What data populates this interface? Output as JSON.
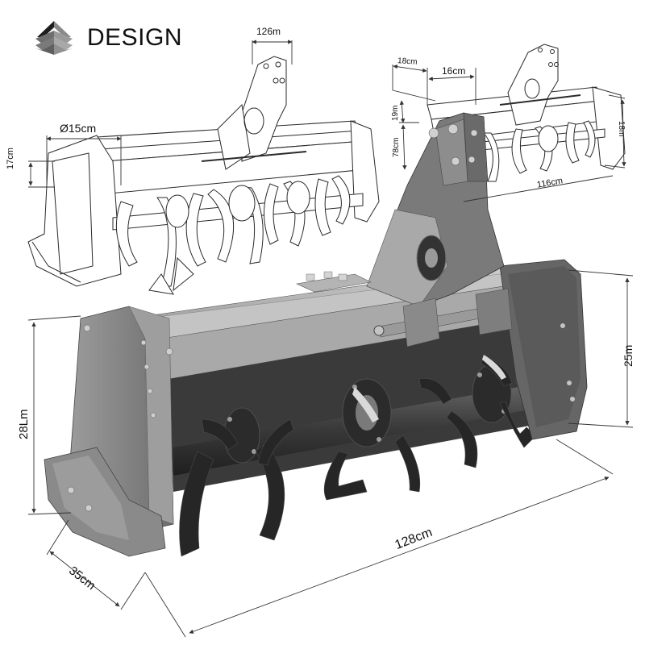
{
  "brand": {
    "logo_icon": "stacked-diamond-logo-icon",
    "name": "DESIGN"
  },
  "subject": "Rotary tiller (three-point hitch) technical dimension drawing",
  "views": [
    {
      "id": "left-line-drawing",
      "style": "line-art sketch",
      "position": "upper-left"
    },
    {
      "id": "right-line-drawing",
      "style": "line-art sketch",
      "position": "upper-right"
    },
    {
      "id": "main-render",
      "style": "grey metallic 3D render",
      "position": "center-foreground"
    }
  ],
  "dimensions": {
    "left_sketch": {
      "top_hitch_width": "126m",
      "rotor_diameter": "Ø15cm",
      "side_height": "17cm"
    },
    "right_sketch": {
      "offset_small": "18cm",
      "hitch_span": "16cm",
      "vertical_top": "19m",
      "vertical_mid": "78cm",
      "side_height": "18m",
      "overall_length": "116cm"
    },
    "main_render": {
      "left_height": "28Lm",
      "right_height": "25m",
      "depth": "35cm",
      "overall_length": "128cm"
    }
  },
  "colors": {
    "background": "#ffffff",
    "line_art": "#2a2a2a",
    "metal_light": "#b8b8b8",
    "metal_mid": "#8e8e8e",
    "metal_dark": "#5a5a5a",
    "blade_dark": "#262626",
    "dimension_line": "#333333",
    "text": "#111111"
  }
}
